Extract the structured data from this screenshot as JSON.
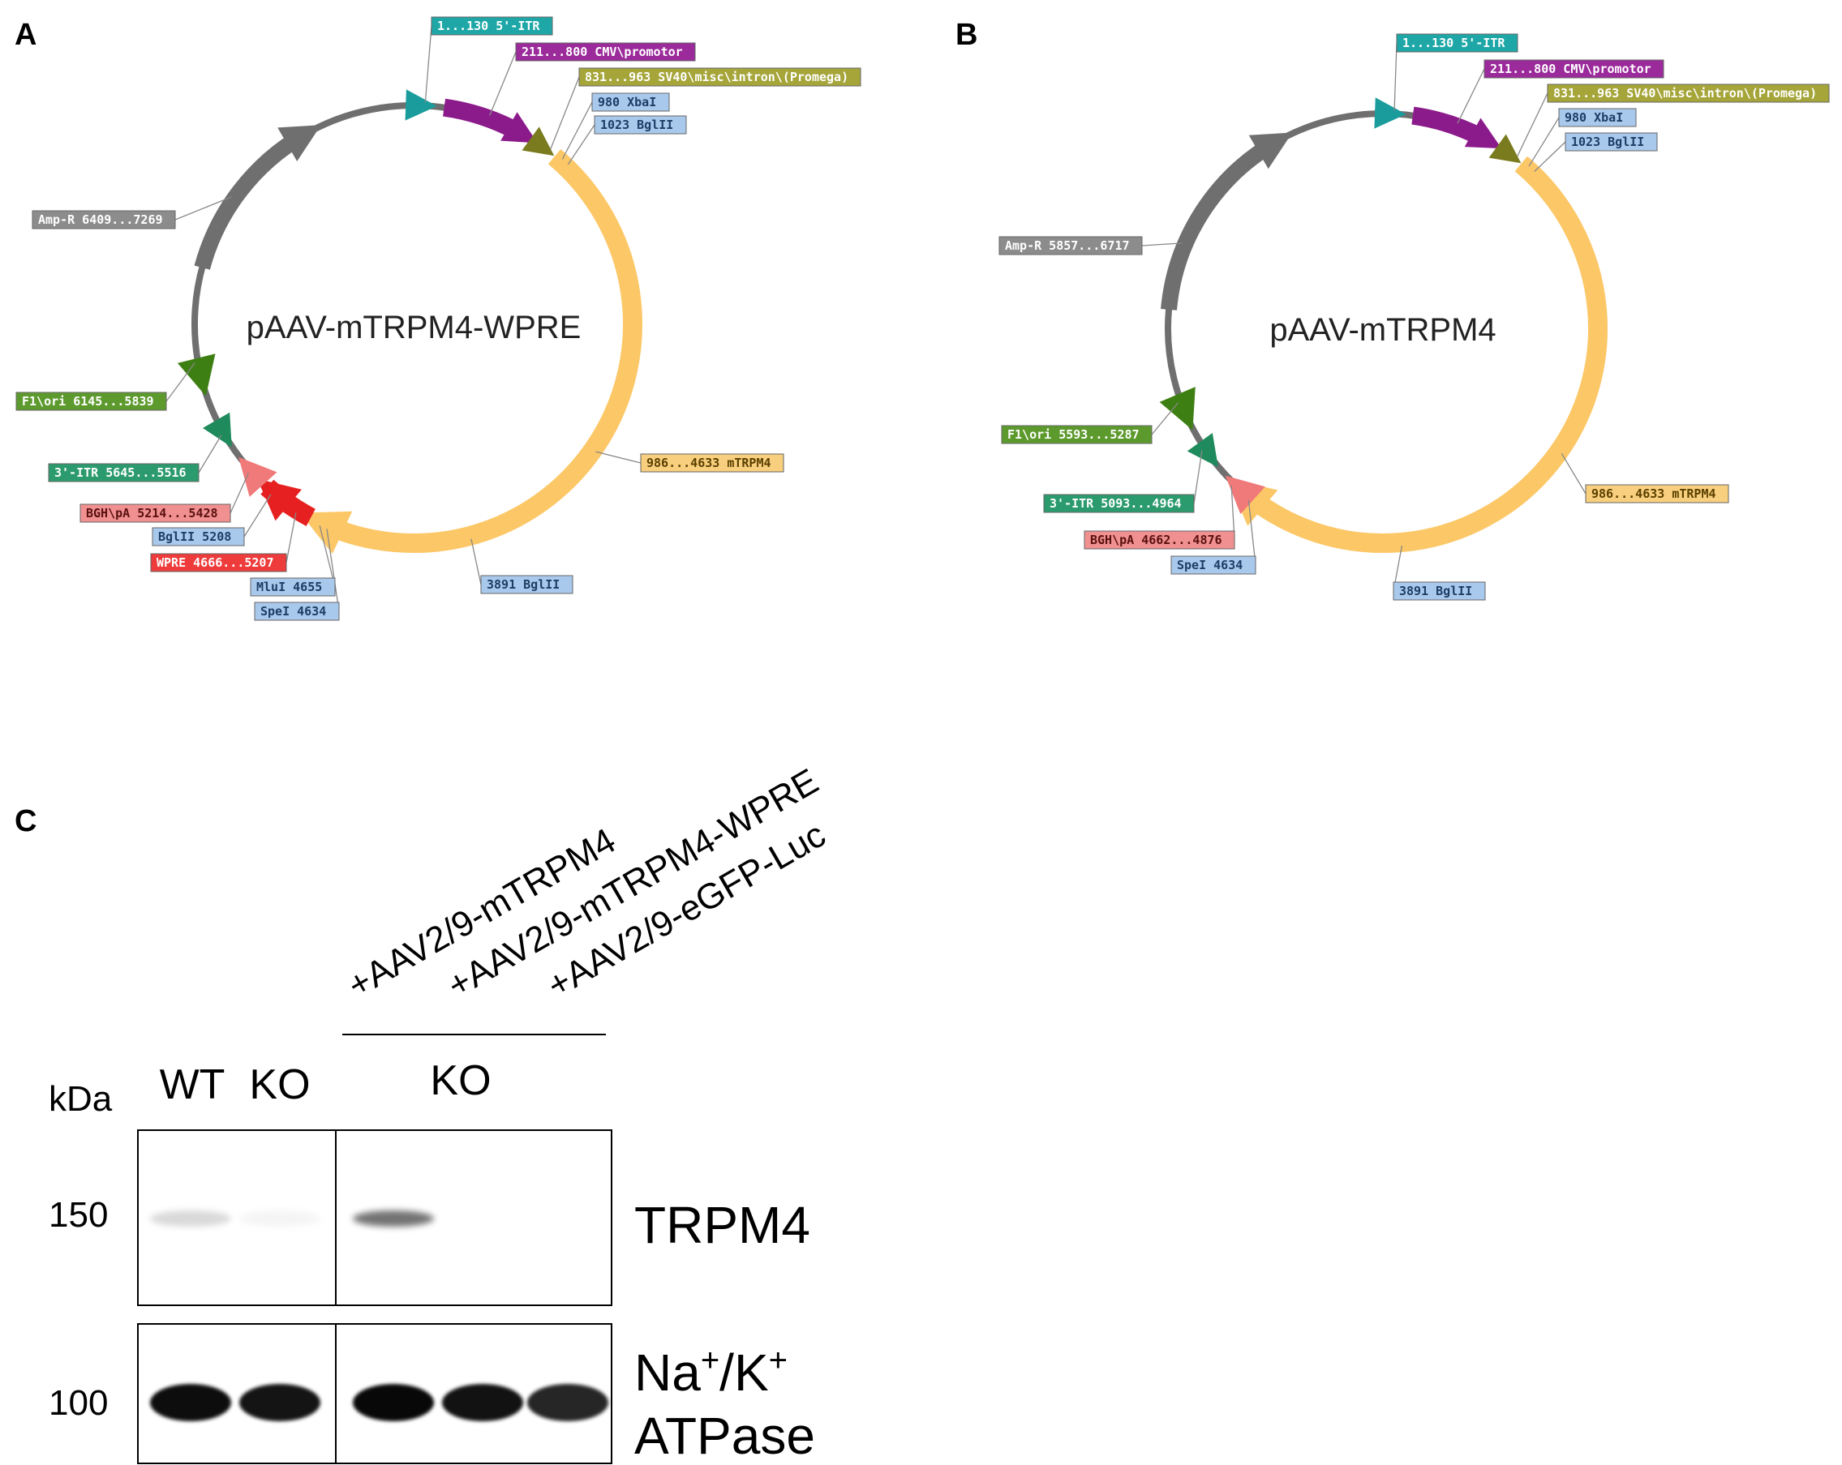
{
  "panels": [
    {
      "letter": "A"
    },
    {
      "letter": "B"
    },
    {
      "letter": "C"
    }
  ],
  "plasmid_a": {
    "name": "pAAV-mTRPM4-WPRE",
    "labels": [
      {
        "text": "1...130  5'-ITR",
        "bg": "#1fa7a7",
        "fg": "#ffffff"
      },
      {
        "text": "211...800  CMV\\promotor",
        "bg": "#9b2a9b",
        "fg": "#ffffff"
      },
      {
        "text": "831...963  SV40\\misc\\intron\\(Promega)",
        "bg": "#a5a53a",
        "fg": "#ffffff"
      },
      {
        "text": "980  XbaI",
        "bg": "#a9c9ec",
        "fg": "#1d3d66"
      },
      {
        "text": "1023  BglII",
        "bg": "#a9c9ec",
        "fg": "#1d3d66"
      },
      {
        "text": "Amp-R  6409...7269",
        "bg": "#8c8c8c",
        "fg": "#ffffff"
      },
      {
        "text": "986...4633  mTRPM4",
        "bg": "#f8cf7e",
        "fg": "#5b4000"
      },
      {
        "text": "F1\\ori  6145...5839",
        "bg": "#5d9a2e",
        "fg": "#ffffff"
      },
      {
        "text": "3'-ITR  5645...5516",
        "bg": "#2b9a6c",
        "fg": "#ffffff"
      },
      {
        "text": "BGH\\pA  5214...5428",
        "bg": "#f09090",
        "fg": "#5a1010"
      },
      {
        "text": "BglII  5208",
        "bg": "#a9c9ec",
        "fg": "#1d3d66"
      },
      {
        "text": "WPRE  4666...5207",
        "bg": "#ee3b3b",
        "fg": "#ffffff"
      },
      {
        "text": "MluI  4655",
        "bg": "#a9c9ec",
        "fg": "#1d3d66"
      },
      {
        "text": "SpeI  4634",
        "bg": "#a9c9ec",
        "fg": "#1d3d66"
      },
      {
        "text": "3891  BglII",
        "bg": "#a9c9ec",
        "fg": "#1d3d66"
      }
    ]
  },
  "plasmid_b": {
    "name": "pAAV-mTRPM4",
    "labels": [
      {
        "text": "1...130  5'-ITR",
        "bg": "#1fa7a7",
        "fg": "#ffffff"
      },
      {
        "text": "211...800  CMV\\promotor",
        "bg": "#9b2a9b",
        "fg": "#ffffff"
      },
      {
        "text": "831...963  SV40\\misc\\intron\\(Promega)",
        "bg": "#a5a53a",
        "fg": "#ffffff"
      },
      {
        "text": "980  XbaI",
        "bg": "#a9c9ec",
        "fg": "#1d3d66"
      },
      {
        "text": "1023  BglII",
        "bg": "#a9c9ec",
        "fg": "#1d3d66"
      },
      {
        "text": "Amp-R  5857...6717",
        "bg": "#8c8c8c",
        "fg": "#ffffff"
      },
      {
        "text": "986...4633  mTRPM4",
        "bg": "#f8cf7e",
        "fg": "#5b4000"
      },
      {
        "text": "F1\\ori  5593...5287",
        "bg": "#5d9a2e",
        "fg": "#ffffff"
      },
      {
        "text": "3'-ITR  5093...4964",
        "bg": "#2b9a6c",
        "fg": "#ffffff"
      },
      {
        "text": "BGH\\pA  4662...4876",
        "bg": "#f09090",
        "fg": "#5a1010"
      },
      {
        "text": "SpeI  4634",
        "bg": "#a9c9ec",
        "fg": "#1d3d66"
      },
      {
        "text": "3891  BglII",
        "bg": "#a9c9ec",
        "fg": "#1d3d66"
      }
    ]
  },
  "blot": {
    "lane_labels": [
      "+AAV2/9-mTRPM4",
      "+AAV2/9-mTRPM4-WPRE",
      "+AAV2/9-eGFP-Luc"
    ],
    "group_labels": [
      "WT",
      "KO",
      "KO"
    ],
    "unit": "kDa",
    "markers": [
      "150",
      "100"
    ],
    "bands": [
      {
        "label": "TRPM4",
        "intensities": [
          0.15,
          0.04,
          0.55,
          0.0,
          0.0
        ]
      },
      {
        "label_main": "Na",
        "label_sup1": "+",
        "label_mid": "/K",
        "label_sup2": "+",
        "label_line2": "ATPase",
        "intensities": [
          0.95,
          0.92,
          0.97,
          0.93,
          0.85
        ]
      }
    ]
  }
}
